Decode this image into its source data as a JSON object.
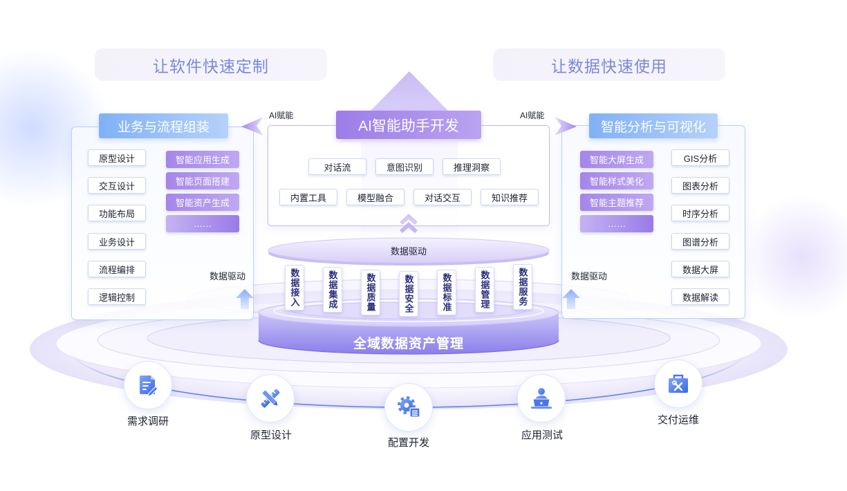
{
  "banners": {
    "left": "让软件快速定制",
    "right": "让数据快速使用"
  },
  "ai_assistant": {
    "title": "AI智能助手开发",
    "empower_left": "AI赋能",
    "empower_right": "AI赋能",
    "capabilities_row1": [
      "对话流",
      "意图识别",
      "推理洞察"
    ],
    "capabilities_row2": [
      "内置工具",
      "模型融合",
      "对话交互",
      "知识推荐"
    ]
  },
  "business_panel": {
    "title": "业务与流程组装",
    "design_items": [
      "原型设计",
      "交互设计",
      "功能布局",
      "业务设计",
      "流程编排",
      "逻辑控制"
    ],
    "smart_items": [
      "智能应用生成",
      "智能页面搭建",
      "智能资产生成",
      "……"
    ],
    "drive_label": "数据驱动"
  },
  "analysis_panel": {
    "title": "智能分析与可视化",
    "smart_items": [
      "智能大屏生成",
      "智能样式美化",
      "智能主题推荐",
      "……"
    ],
    "analysis_items": [
      "GIS分析",
      "图表分析",
      "时序分析",
      "图谱分析",
      "数据大屏",
      "数据解读"
    ],
    "drive_label": "数据驱动"
  },
  "data_foundation": {
    "drive_label": "数据驱动",
    "capabilities": [
      "数据接入",
      "数据集成",
      "数据质量",
      "数据安全",
      "数据标准",
      "数据管理",
      "数据服务"
    ],
    "base_title": "全域数据资产管理"
  },
  "lifecycle": [
    {
      "label": "需求调研",
      "icon": "document-edit-icon"
    },
    {
      "label": "原型设计",
      "icon": "ruler-pencil-icon"
    },
    {
      "label": "配置开发",
      "icon": "gear-list-icon"
    },
    {
      "label": "应用测试",
      "icon": "user-laptop-icon"
    },
    {
      "label": "交付运维",
      "icon": "toolbox-icon"
    }
  ],
  "colors": {
    "ai_purple": "#9d7ce8",
    "panel_blue": "#80b1f6",
    "banner_text": "#7b88dc",
    "lifecycle_blue": "#5d86ee"
  }
}
